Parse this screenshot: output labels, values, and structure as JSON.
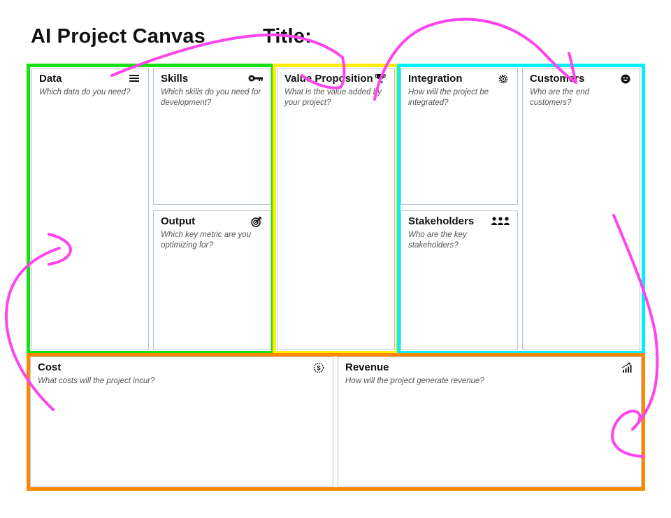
{
  "header": {
    "title": "AI Project Canvas",
    "title_label": "Title:"
  },
  "cards": {
    "data": {
      "title": "Data",
      "prompt": "Which data do you need?",
      "icon": "list-icon"
    },
    "skills": {
      "title": "Skills",
      "prompt": "Which skills do you need for development?",
      "icon": "key-icon"
    },
    "output": {
      "title": "Output",
      "prompt": "Which key metric are you optimizing for?",
      "icon": "target-icon"
    },
    "value": {
      "title": "Value Proposition",
      "prompt": "What is the value added by your project?",
      "icon": "trophy-icon"
    },
    "integration": {
      "title": "Integration",
      "prompt": "How will the project be integrated?",
      "icon": "gear-icon"
    },
    "stakeholders": {
      "title": "Stakeholders",
      "prompt": "Who are the key stakeholders?",
      "icon": "people-icon"
    },
    "customers": {
      "title": "Customers",
      "prompt": "Who are the end customers?",
      "icon": "smiley-icon"
    },
    "cost": {
      "title": "Cost",
      "prompt": "What costs will the project incur?",
      "icon": "dollar-icon"
    },
    "revenue": {
      "title": "Revenue",
      "prompt": "How will the project generate revenue?",
      "icon": "bar-chart-icon"
    }
  },
  "colors": {
    "green_zone": "#16e016",
    "yellow_zone": "#ffee00",
    "cyan_zone": "#00f0ff",
    "orange_zone": "#ff8800",
    "annotation_strokes": "#ff44ee"
  }
}
